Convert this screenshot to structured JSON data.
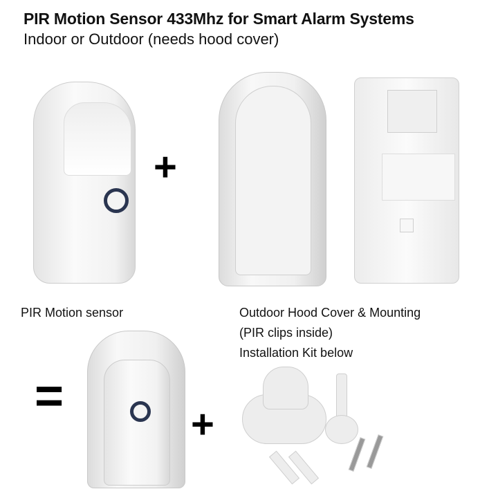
{
  "header": {
    "title": "PIR Motion Sensor 433Mhz for Smart Alarm Systems",
    "subtitle": "Indoor or Outdoor (needs hood cover)"
  },
  "captions": {
    "sensor": "PIR Motion sensor",
    "hood_line1": "Outdoor Hood Cover & Mounting",
    "hood_line2": "(PIR clips inside)",
    "hood_line3": "Installation Kit below"
  },
  "symbols": {
    "plus": "+",
    "equals": "="
  }
}
